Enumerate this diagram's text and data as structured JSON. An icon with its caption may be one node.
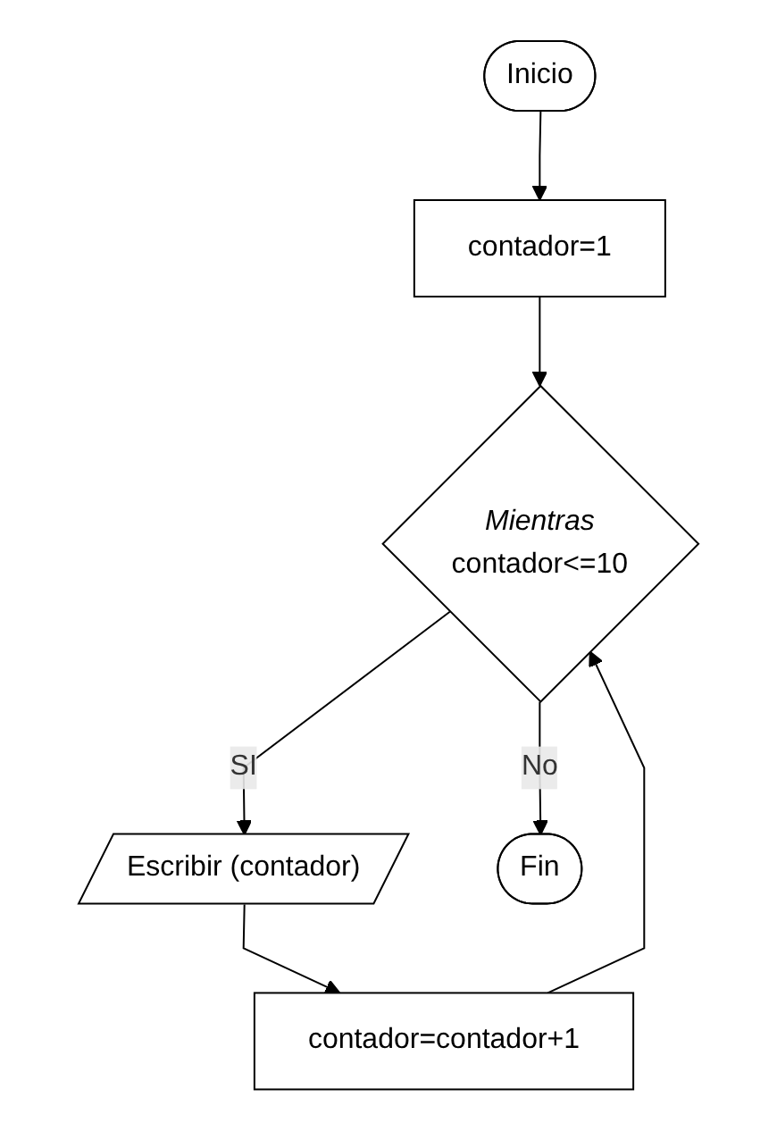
{
  "diagram": {
    "nodes": [
      {
        "text": [
          "Inicio"
        ]
      },
      {
        "text": [
          "contador=1"
        ]
      },
      {
        "text": [
          "Mientras",
          "contador<=10"
        ]
      },
      {
        "text": [
          "Escribir (contador)"
        ]
      },
      {
        "text": [
          "contador=contador+1"
        ]
      },
      {
        "text": [
          "Fin"
        ]
      }
    ],
    "edges": [
      {
        "from": 0,
        "to": 1,
        "arrow": "to"
      },
      {
        "from": 1,
        "to": 2,
        "arrow": "to"
      },
      {
        "from": 2,
        "to": 3,
        "arrow": "to",
        "label": "SI"
      },
      {
        "from": 3,
        "to": 4,
        "arrow": "to"
      },
      {
        "from": 4,
        "to": 2,
        "arrow": "to"
      },
      {
        "from": 2,
        "to": 5,
        "arrow": "to",
        "label": "No"
      }
    ]
  }
}
